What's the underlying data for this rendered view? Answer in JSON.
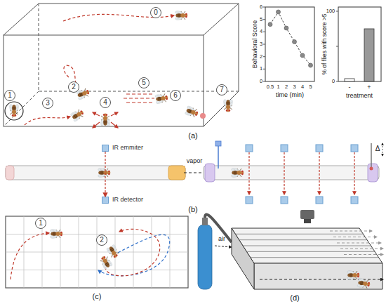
{
  "diagram": {
    "nodes": [
      {
        "text": [
          "0"
        ]
      },
      {
        "text": [
          "1"
        ]
      },
      {
        "text": [
          "2"
        ]
      },
      {
        "text": [
          "3"
        ]
      },
      {
        "text": [
          "4"
        ]
      },
      {
        "text": [
          "5"
        ]
      },
      {
        "text": [
          "6"
        ]
      },
      {
        "text": [
          "7"
        ]
      },
      {
        "text": [
          "IR emmiter"
        ]
      },
      {
        "text": [
          "IR detector"
        ]
      },
      {
        "text": [
          "1"
        ]
      },
      {
        "text": [
          "2"
        ]
      }
    ],
    "edges": [
      {
        "from": 8,
        "to": 9,
        "arrow": "to"
      }
    ],
    "labels": [
      "Behavioral Score",
      "0",
      "1",
      "2",
      "3",
      "4",
      "5",
      "6",
      "0.5",
      "1",
      "2",
      "3",
      "4",
      "5",
      "time (min)",
      "% of flies with score >5",
      "0",
      "100",
      "-",
      "+",
      "treatment",
      "(a)",
      "vapor",
      "Δ",
      "(b)",
      "(c)",
      "air",
      "(d)"
    ]
  }
}
